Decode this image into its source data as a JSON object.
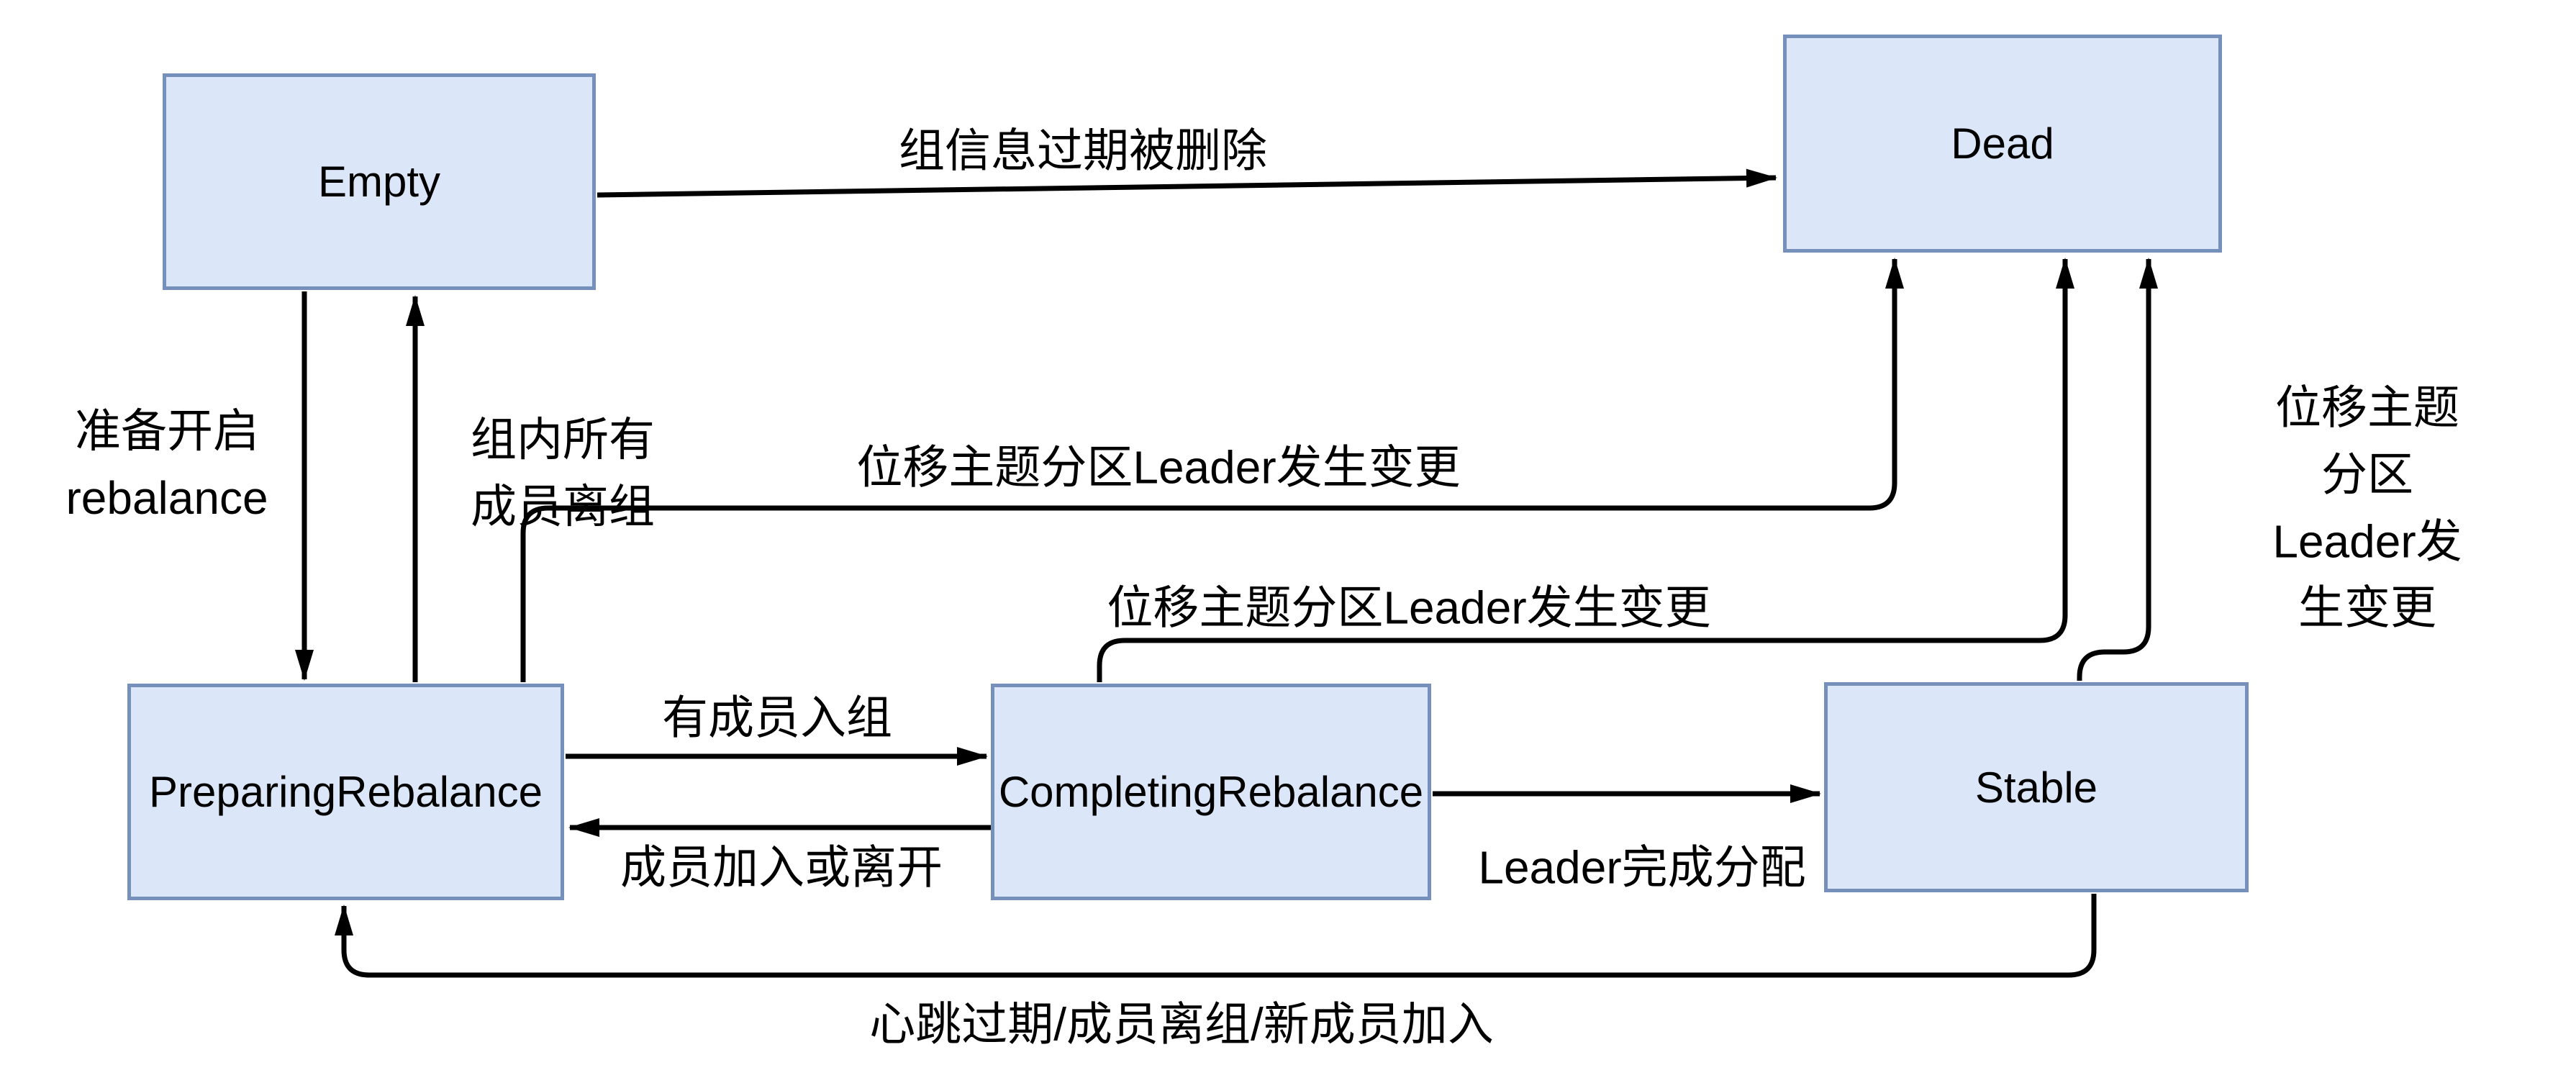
{
  "diagram": {
    "type": "state-machine",
    "states": [
      {
        "id": "empty",
        "label": "Empty"
      },
      {
        "id": "dead",
        "label": "Dead"
      },
      {
        "id": "preparing",
        "label": "PreparingRebalance"
      },
      {
        "id": "completing",
        "label": "CompletingRebalance"
      },
      {
        "id": "stable",
        "label": "Stable"
      }
    ],
    "transitions": [
      {
        "from": "Empty",
        "to": "Dead",
        "label": "组信息过期被删除"
      },
      {
        "from": "Empty",
        "to": "PreparingRebalance",
        "label": "准备开启\nrebalance"
      },
      {
        "from": "PreparingRebalance",
        "to": "Empty",
        "label": "组内所有\n成员离组"
      },
      {
        "from": "PreparingRebalance",
        "to": "Dead",
        "label": "位移主题分区Leader发生变更"
      },
      {
        "from": "CompletingRebalance",
        "to": "Dead",
        "label": "位移主题分区Leader发生变更"
      },
      {
        "from": "Stable",
        "to": "Dead",
        "label": "位移主题分区\nLeader发生变更"
      },
      {
        "from": "PreparingRebalance",
        "to": "CompletingRebalance",
        "label": "有成员入组"
      },
      {
        "from": "CompletingRebalance",
        "to": "PreparingRebalance",
        "label": "成员加入或离开"
      },
      {
        "from": "CompletingRebalance",
        "to": "Stable",
        "label": "Leader完成分配"
      },
      {
        "from": "Stable",
        "to": "PreparingRebalance",
        "label": "心跳过期/成员离组/新成员加入"
      }
    ],
    "colors": {
      "state_fill": "#dbe7f8",
      "state_border": "#7590bb",
      "line": "#000000",
      "text": "#000000",
      "background": "#ffffff"
    }
  }
}
